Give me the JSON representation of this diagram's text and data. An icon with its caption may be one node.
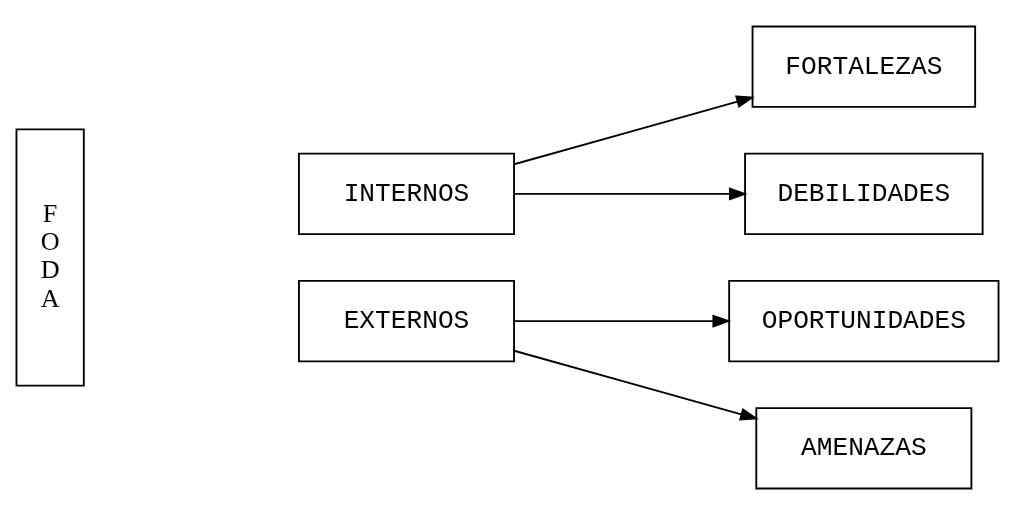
{
  "diagram": {
    "nodes": [
      {
        "text": [
          "FODA"
        ]
      },
      {
        "text": [
          "INTERNOS"
        ]
      },
      {
        "text": [
          "FORTALEZAS"
        ]
      },
      {
        "text": [
          "DEBILIDADES"
        ]
      },
      {
        "text": [
          "EXTERNOS"
        ]
      },
      {
        "text": [
          "OPORTUNIDADES"
        ]
      },
      {
        "text": [
          "AMENAZAS"
        ]
      }
    ],
    "edges": [
      {
        "from": 1,
        "to": 2,
        "arrow": "to"
      },
      {
        "from": 1,
        "to": 3,
        "arrow": "to"
      },
      {
        "from": 4,
        "to": 5,
        "arrow": "to"
      },
      {
        "from": 4,
        "to": 6,
        "arrow": "to"
      }
    ]
  }
}
